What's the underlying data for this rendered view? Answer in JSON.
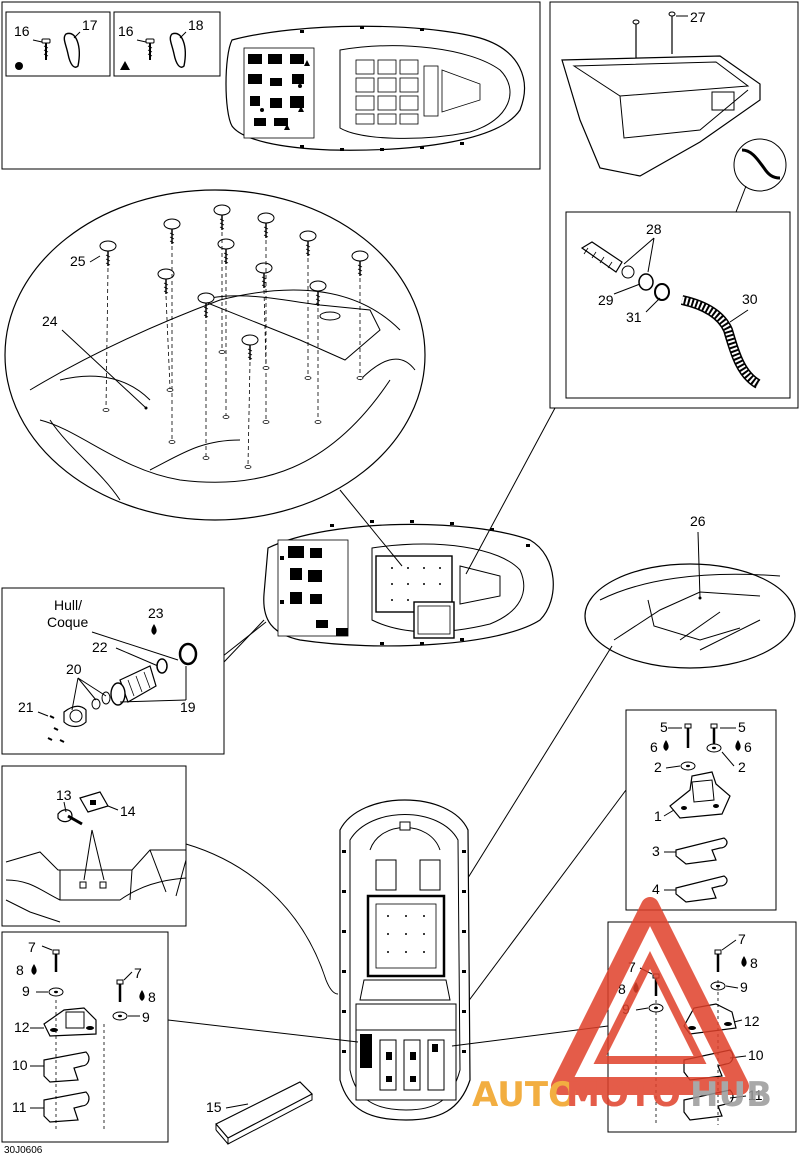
{
  "callouts": {
    "c16a": "16",
    "c17": "17",
    "c16b": "16",
    "c18": "18",
    "c27": "27",
    "c28": "28",
    "c29": "29",
    "c30": "30",
    "c31": "31",
    "c25": "25",
    "c24": "24",
    "hull_line1": "Hull/",
    "hull_line2": "Coque",
    "c23": "23",
    "c22": "22",
    "c20": "20",
    "c21": "21",
    "c19": "19",
    "c26": "26",
    "c5a": "5",
    "c5b": "5",
    "c6a": "6",
    "c6b": "6",
    "c2a": "2",
    "c2b": "2",
    "c1": "1",
    "c3": "3",
    "c4": "4",
    "c13": "13",
    "c14": "14",
    "c7a": "7",
    "c8a": "8",
    "c9a": "9",
    "c7b": "7",
    "c8b": "8",
    "c9b": "9",
    "c12": "12",
    "c10": "10",
    "c11": "11",
    "c7c": "7",
    "c8c": "8",
    "c9c": "9",
    "c7d": "7",
    "c8d": "8",
    "c9d": "9",
    "c12b": "12",
    "c10b": "10",
    "c11b": "11",
    "c15": "15"
  },
  "symbols": {
    "circle_marker": "circle",
    "triangle_marker": "triangle",
    "drop_icon": "drop-icon"
  },
  "figure_code": "30J0606",
  "watermark": {
    "text_a": "AUTO",
    "text_b": "MOTO",
    "text_c": "HUB",
    "color_orange": "#f0a020",
    "color_red": "#e0402a"
  }
}
